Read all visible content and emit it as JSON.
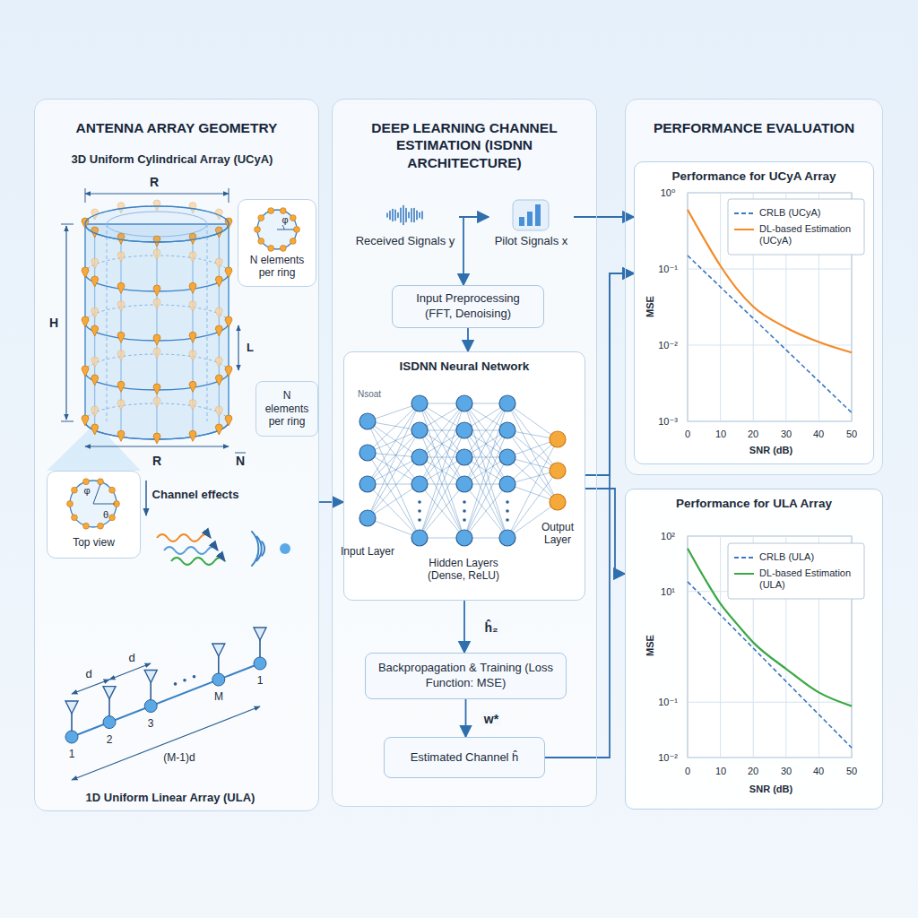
{
  "diagram": {
    "nodes": [
      {
        "text": [
          "ANTENNA ARRAY GEOMETRY"
        ]
      },
      {
        "text": [
          "N elements per ring"
        ],
        "in": 0
      },
      {
        "text": [
          "N elements per ring"
        ],
        "in": 0
      },
      {
        "text": [
          "Top view"
        ],
        "in": 0
      },
      {
        "text": [
          "DEEP LEARNING CHANNEL ESTIMATION (ISDNN ARCHITECTURE)"
        ]
      },
      {
        "text": [
          "Received Signals y"
        ],
        "in": 4
      },
      {
        "text": [
          "Pilot Signals x"
        ],
        "in": 4
      },
      {
        "text": [
          "Input Preprocessing (FFT, Denoising)"
        ],
        "in": 4
      },
      {
        "text": [
          "ISDNN Neural Network"
        ],
        "in": 4
      },
      {
        "text": [
          "Backpropagation & Training (Loss Function: MSE)"
        ],
        "in": 4
      },
      {
        "text": [
          "Estimated Channel ĥ"
        ],
        "in": 4
      },
      {
        "text": [
          "PERFORMANCE EVALUATION"
        ]
      },
      {
        "text": [
          "Performance for UCyA Array"
        ],
        "in": 11
      },
      {
        "text": [
          "Performance for ULA Array"
        ]
      }
    ],
    "edges": [
      {
        "from": 5,
        "to": 6,
        "arrow": "to"
      },
      {
        "from": 5,
        "to": 7,
        "arrow": "to"
      },
      {
        "from": 6,
        "to": 12,
        "arrow": "to"
      },
      {
        "from": 7,
        "to": 8,
        "arrow": "to"
      },
      {
        "from": 8,
        "to": 9,
        "arrow": "to",
        "label": "ĥ₂"
      },
      {
        "from": 9,
        "to": 10,
        "arrow": "to",
        "label": "w*"
      },
      {
        "from": 10,
        "to": 12,
        "arrow": "to"
      },
      {
        "from": 8,
        "to": 12,
        "arrow": "to"
      },
      {
        "from": 8,
        "to": 13,
        "arrow": "to"
      },
      {
        "from": 0,
        "to": 8,
        "arrow": "to"
      }
    ],
    "labels": [
      "3D Uniform Cylindrical Array (UCyA)",
      "R",
      "H",
      "L",
      "R",
      "N",
      "φ",
      "φ",
      "θ",
      "Channel effects",
      "d",
      "d",
      "1",
      "2",
      "3",
      "M",
      "1",
      "(M-1)d",
      "1D Uniform Linear Array (ULA)",
      "Nsoat",
      "Input Layer",
      "Hidden Layers (Dense, ReLU)",
      "Output Layer",
      "10⁰",
      "10⁻¹",
      "10⁻²",
      "10⁻³",
      "0",
      "10",
      "20",
      "30",
      "40",
      "50",
      "MSE",
      "SNR (dB)",
      "10²",
      "10¹",
      "10⁻¹",
      "10⁻²",
      "0",
      "10",
      "20",
      "30",
      "40",
      "50",
      "MSE",
      "SNR (dB)"
    ],
    "legend": [
      {
        "text": "CRLB (UCyA)"
      },
      {
        "text": "DL-based Estimation (UCyA)"
      },
      {
        "text": "CRLB (ULA)"
      },
      {
        "text": "DL-based Estimation (ULA)"
      }
    ]
  }
}
